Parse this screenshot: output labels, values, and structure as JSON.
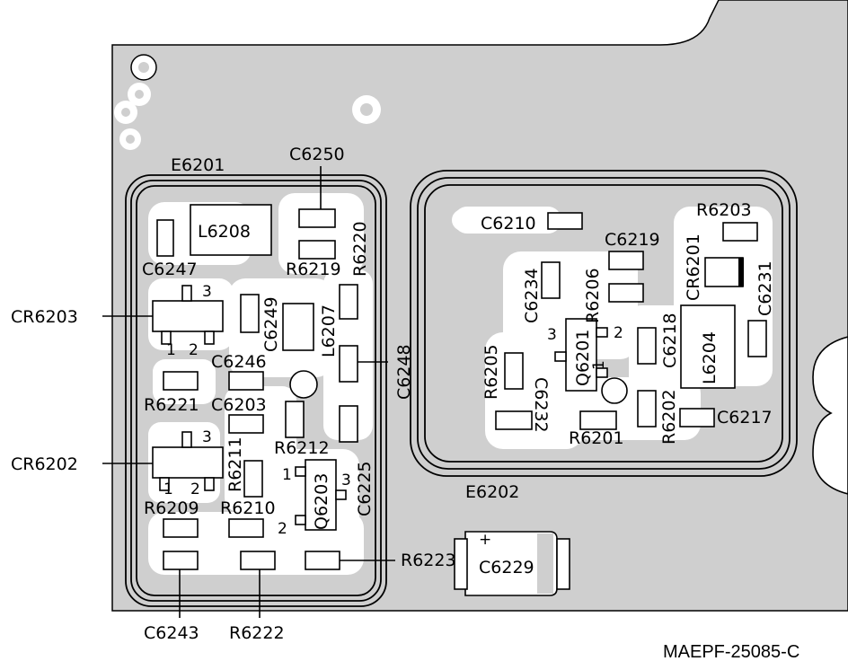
{
  "figure_id": "MAEPF-25085-C",
  "shields": {
    "left": "E6201",
    "right": "E6202"
  },
  "callouts": {
    "cr6203": "CR6203",
    "cr6202": "CR6202",
    "c6248": "C6248",
    "r6223": "R6223",
    "c6243": "C6243",
    "r6222": "R6222",
    "c6250": "C6250"
  },
  "left_labels": {
    "l6208": "L6208",
    "c6247": "C6247",
    "r6219": "R6219",
    "r6220": "R6220",
    "c6249": "C6249",
    "l6207": "L6207",
    "c6246": "C6246",
    "r6221": "R6221",
    "c6203": "C6203",
    "r6212": "R6212",
    "r6211": "R6211",
    "c6225": "C6225",
    "q6203": "Q6203",
    "r6209": "R6209",
    "r6210": "R6210"
  },
  "right_labels": {
    "c6210": "C6210",
    "c6219": "C6219",
    "r6203": "R6203",
    "c6234": "C6234",
    "r6206": "R6206",
    "cr6201": "CR6201",
    "c6231": "C6231",
    "q6201": "Q6201",
    "c6218": "C6218",
    "l6204": "L6204",
    "r6205": "R6205",
    "c6232": "C6232",
    "r6201": "R6201",
    "r6202": "R6202",
    "c6217": "C6217",
    "c6229": "C6229"
  },
  "pins": {
    "one": "1",
    "two": "2",
    "three": "3",
    "plus": "+"
  }
}
